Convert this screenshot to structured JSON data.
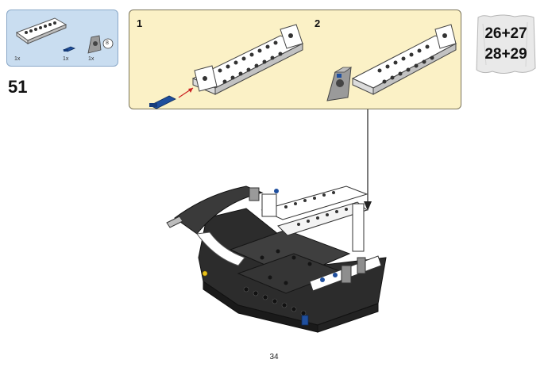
{
  "step": {
    "number": "51"
  },
  "parts_callout": {
    "items": [
      {
        "name": "white-liftarm-frame",
        "qty": "1x"
      },
      {
        "name": "blue-axle-pin",
        "qty": "1x"
      },
      {
        "name": "gray-connector",
        "qty": "1x",
        "badge": "8"
      }
    ]
  },
  "substeps": [
    {
      "label": "1"
    },
    {
      "label": "2"
    }
  ],
  "bag": {
    "line1": "26+27",
    "line2": "28+29"
  },
  "page": {
    "number": "34"
  }
}
